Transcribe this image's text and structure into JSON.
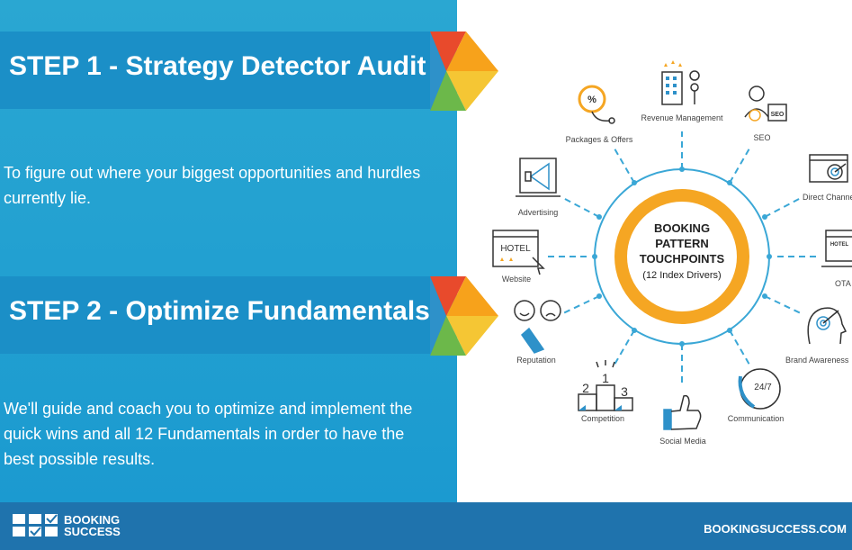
{
  "steps": [
    {
      "title": "STEP 1 - Strategy Detector Audit",
      "text": "To figure out where your biggest opportunities and hurdles currently lie."
    },
    {
      "title": "STEP 2 - Optimize Fundamentals",
      "text": "We'll guide and coach you to optimize and implement the quick wins and all 12 Fundamentals in order to have the best possible results."
    }
  ],
  "hub": {
    "line1": "BOOKING",
    "line2": "PATTERN",
    "line3": "TOUCHPOINTS",
    "line4": "(12 Index Drivers)"
  },
  "touchpoints": {
    "revenue": "Revenue Management",
    "seo": "SEO",
    "direct": "Direct Channel",
    "ota": "OTA",
    "brand": "Brand Awareness",
    "communication": "Communication",
    "social": "Social Media",
    "competition": "Competition",
    "reputation": "Reputation",
    "website": "Website",
    "advertising": "Advertising",
    "packages": "Packages & Offers"
  },
  "icon_text": {
    "hotel": "HOTEL",
    "seo_badge": "SEO",
    "percent": "%",
    "hours": "24/7",
    "podium1": "1",
    "podium2": "2",
    "podium3": "3"
  },
  "footer": {
    "logo_line1": "BOOKING",
    "logo_line2": "SUCCESS",
    "site": "BOOKINGSUCCESS.COM"
  },
  "colors": {
    "left_panel": "#1b9ad0",
    "band": "#1b8fc7",
    "footer": "#1f73ad",
    "ring": "#f5a623",
    "connector": "#3aa7d6"
  }
}
